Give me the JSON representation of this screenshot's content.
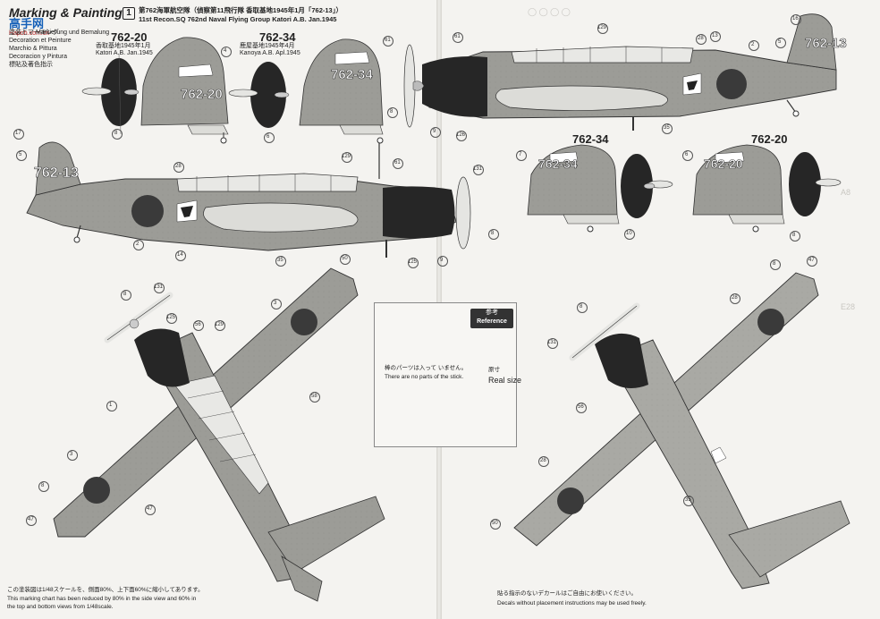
{
  "header": {
    "title": "Marking & Painting",
    "logo_cn": "高手网",
    "logo_url": "Hapoh.com.cn",
    "subtitles": [
      "塗装とマーキング",
      "Markierung und Bemalung",
      "Decoration et Peinture",
      "Marchio & Pittura",
      "Decoracion y Pintura",
      "標貼及著色指示"
    ],
    "badge_number": "1",
    "unit_jp": "第762海軍航空隊（偵察第11飛行隊 香取基地1945年1月「762-13」）",
    "unit_en": "11st Recon.SQ 762nd Naval Flying Group Katori A.B. Jan.1945"
  },
  "variants": [
    {
      "code": "762-20",
      "base_jp": "香取基地1945年1月",
      "base_en": "Katori A.B. Jan.1945"
    },
    {
      "code": "762-34",
      "base_jp": "鹿屋基地1945年4月",
      "base_en": "Kanoya A.B. Apl.1945"
    }
  ],
  "tail_codes": {
    "main_left": "762-13",
    "main_right": "762-13",
    "t1": "762-20",
    "t2": "762-34",
    "t3": "762-34",
    "t4": "762-20"
  },
  "labels": {
    "code_34": "762-34",
    "code_20": "762-20"
  },
  "reference": {
    "badge_jp": "参考",
    "badge_en": "Reference",
    "note_jp": "棒のパーツは入って いません。",
    "note_en": "There are no parts of the stick.",
    "size_jp": "原寸",
    "size_en": "Real size"
  },
  "footer_left": {
    "jp": "この塗装図は1/48スケールを、側面80%、上下面60%に縮小してあります。",
    "en1": "This marking chart has been reduced by 80% in the side view and 60% in",
    "en2": "the top and bottom views from 1/48scale."
  },
  "footer_right": {
    "jp": "貼る指示のないデカールはご自由にお使いください。",
    "en": "Decals without placement instructions may be used freely."
  },
  "callouts": [
    "5",
    "17",
    "28",
    "129",
    "61",
    "131",
    "8",
    "2",
    "14",
    "35",
    "125",
    "9",
    "7",
    "16",
    "13",
    "6",
    "10",
    "4",
    "58",
    "56",
    "1",
    "3",
    "47",
    "50",
    "126",
    "12",
    "2"
  ],
  "colors": {
    "camo": "#9a9a95",
    "belly": "#dcdcd8",
    "cowl": "#262626",
    "hinomaru": "#3a3a3a",
    "line": "#333333"
  }
}
